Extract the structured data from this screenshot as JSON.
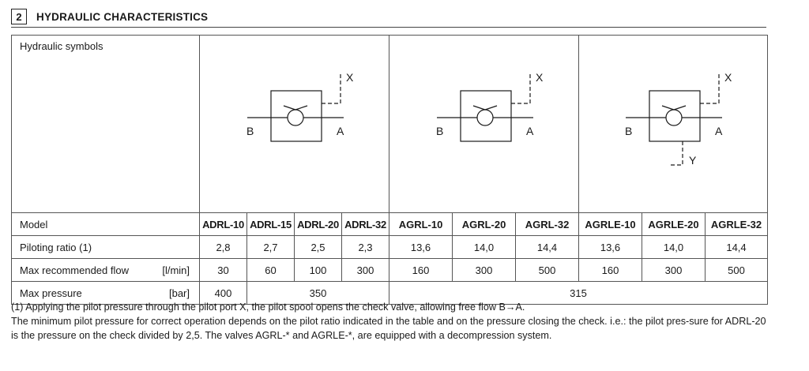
{
  "section": {
    "number": "2",
    "title": "HYDRAULIC CHARACTERISTICS"
  },
  "table": {
    "row_labels": {
      "symbols": "Hydraulic symbols",
      "model": "Model",
      "piloting": "Piloting ratio (1)",
      "flow": "Max recommended flow",
      "flow_unit": "[l/min]",
      "pressure": "Max pressure",
      "pressure_unit": "[bar]"
    },
    "symbol_ports": {
      "x": "X",
      "y": "Y",
      "a": "A",
      "b": "B"
    },
    "models": [
      "ADRL-10",
      "ADRL-15",
      "ADRL-20",
      "ADRL-32",
      "AGRL-10",
      "AGRL-20",
      "AGRL-32",
      "AGRLE-10",
      "AGRLE-20",
      "AGRLE-32"
    ],
    "piloting_ratio": [
      "2,8",
      "2,7",
      "2,5",
      "2,3",
      "13,6",
      "14,0",
      "14,4",
      "13,6",
      "14,0",
      "14,4"
    ],
    "max_flow": [
      "30",
      "60",
      "100",
      "300",
      "160",
      "300",
      "500",
      "160",
      "300",
      "500"
    ],
    "max_pressure": {
      "adrl10": "400",
      "adrl_rest": "350",
      "agrl_all": "315"
    }
  },
  "footnotes": {
    "note1": "(1) Applying the pilot pressure through the pilot port X, the pilot spool opens the check valve, allowing free flow B→A.",
    "note2": "The minimum pilot pressure for correct operation depends on the pilot ratio indicated in the table and on the pressure closing the check. i.e.: the pilot pres-sure for ADRL-20 is the pressure on the check divided by 2,5. The valves AGRL-* and AGRLE-*, are equipped with a decompression system."
  }
}
